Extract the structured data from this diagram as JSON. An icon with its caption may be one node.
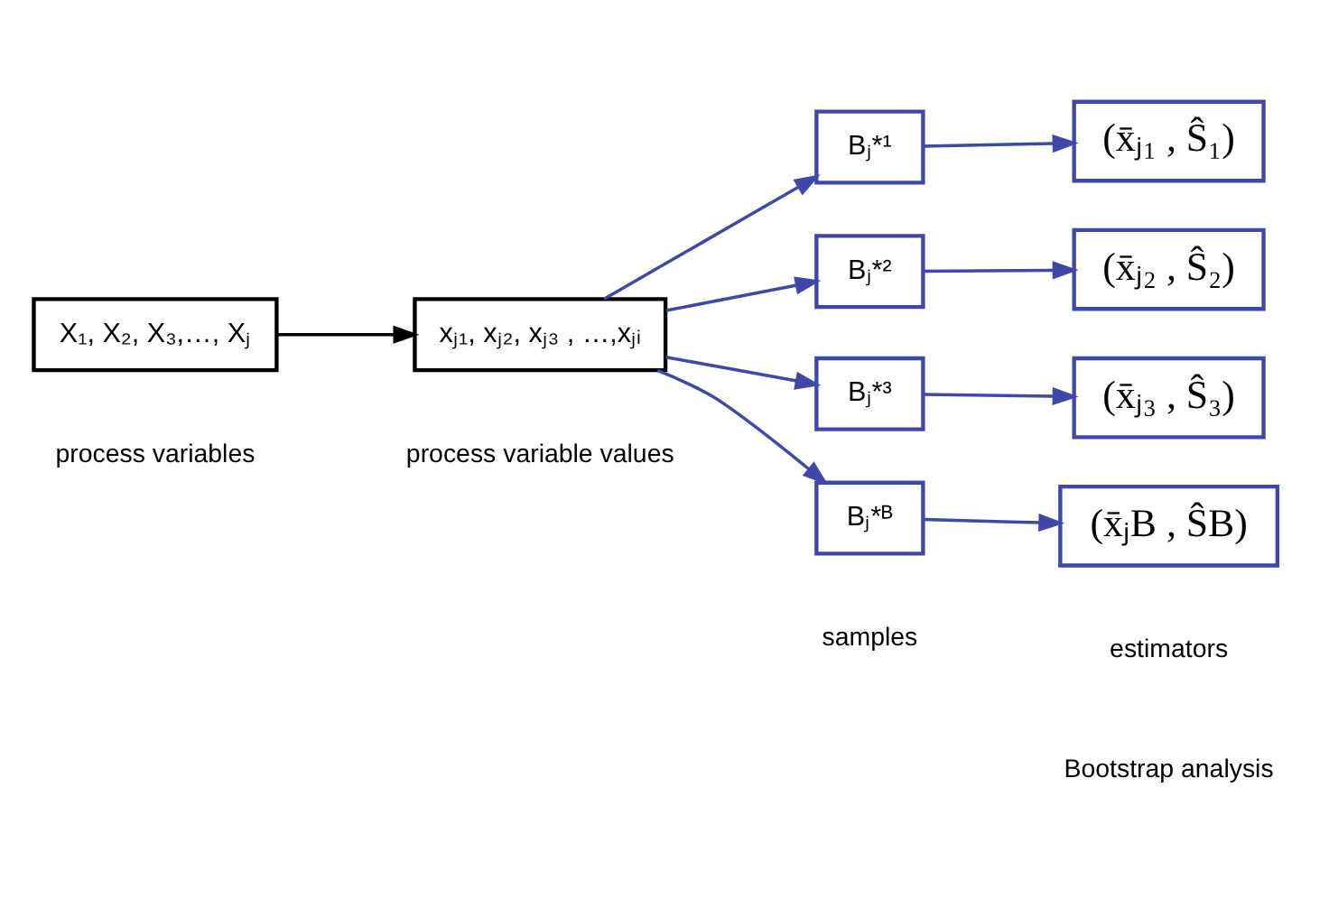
{
  "diagram": {
    "nodes": [
      {
        "text": [
          "X₁, X₂, X₃,…, Xⱼ"
        ]
      },
      {
        "text": [
          "xⱼ₁, xⱼ₂, xⱼ₃ , …,xⱼᵢ"
        ]
      },
      {
        "text": [
          "Bⱼ*¹"
        ]
      },
      {
        "text": [
          "Bⱼ*²"
        ]
      },
      {
        "text": [
          "Bⱼ*³"
        ]
      },
      {
        "text": [
          "Bⱼ*ᴮ"
        ]
      },
      {
        "text": [
          "(x̄ⱼ₁ , Ŝ₁)"
        ]
      },
      {
        "text": [
          "(x̄ⱼ₂ , Ŝ₂)"
        ]
      },
      {
        "text": [
          "(x̄ⱼ₃ , Ŝ₃)"
        ]
      },
      {
        "text": [
          "(x̄ⱼB , ŜB)"
        ]
      }
    ],
    "edges": [
      {
        "from": 0,
        "to": 1,
        "arrow": "to",
        "color": "#000000"
      },
      {
        "from": 1,
        "to": 2,
        "arrow": "to"
      },
      {
        "from": 1,
        "to": 3,
        "arrow": "to"
      },
      {
        "from": 1,
        "to": 4,
        "arrow": "to"
      },
      {
        "from": 1,
        "to": 5,
        "arrow": "to"
      },
      {
        "from": 2,
        "to": 6,
        "arrow": "to"
      },
      {
        "from": 3,
        "to": 7,
        "arrow": "to"
      },
      {
        "from": 4,
        "to": 8,
        "arrow": "to"
      },
      {
        "from": 5,
        "to": 9,
        "arrow": "to"
      }
    ],
    "labels": [
      "process variables",
      "process variable values",
      "samples",
      "estimators",
      "Bootstrap analysis"
    ]
  }
}
